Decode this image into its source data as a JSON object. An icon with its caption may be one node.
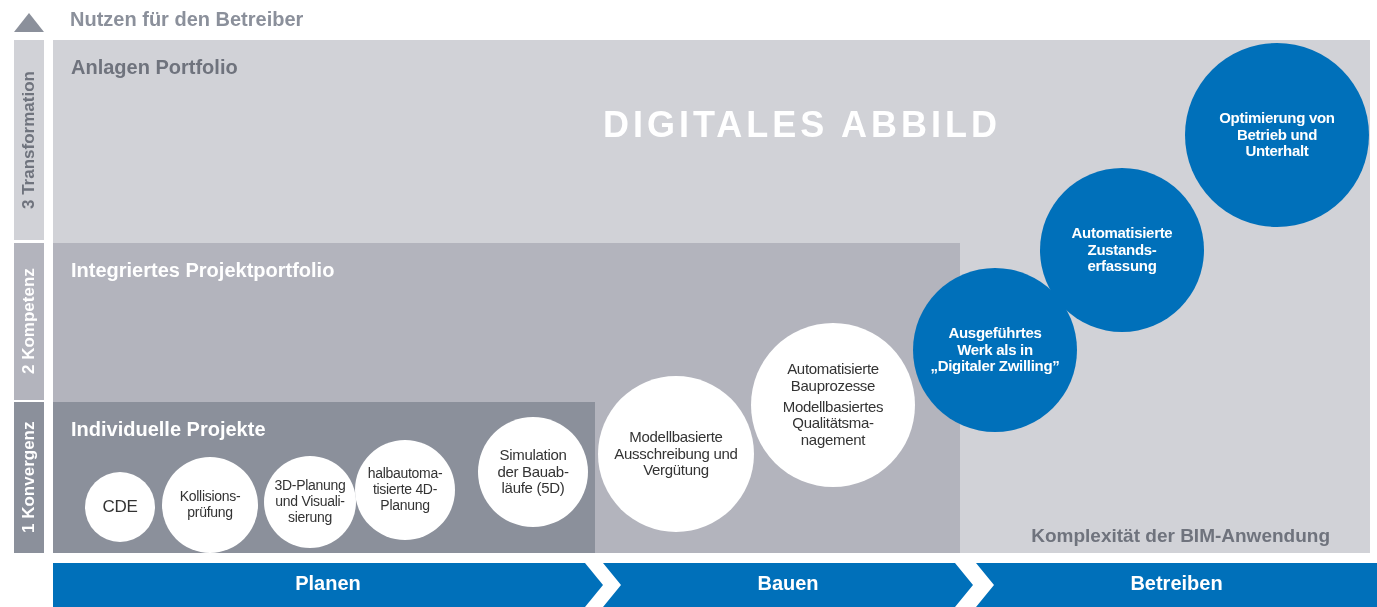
{
  "diagram": {
    "nodes": [
      {
        "text": [
          "Anlagen Portfolio",
          "DIGITALES ABBILD",
          "Komplexität der BIM-Anwendung"
        ]
      },
      {
        "text": [
          "Integriertes Projektportfolio"
        ],
        "in": 0
      },
      {
        "text": [
          "Individuelle Projekte"
        ],
        "in": 1
      },
      {
        "text": [
          "CDE"
        ],
        "in": 2
      },
      {
        "text": [
          "Kollisions- prüfung"
        ],
        "in": 2
      },
      {
        "text": [
          "3D-Planung und Visuali- sierung"
        ],
        "in": 2
      },
      {
        "text": [
          "halbautoma- tisierte 4D- Planung"
        ],
        "in": 2
      },
      {
        "text": [
          "Simulation der Bauab- läufe (5D)"
        ],
        "in": 2
      },
      {
        "text": [
          "Modellbasierte Ausschreibung und Vergütung"
        ],
        "in": 1
      },
      {
        "text": [
          "Automatisierte Bauprozesse",
          "Modellbasiertes Qualitätsma- nagement"
        ],
        "in": 1
      },
      {
        "text": [
          "Ausgeführtes Werk als in „Digitaler Zwilling”"
        ],
        "in": 0
      },
      {
        "text": [
          "Automatisierte Zustands- erfassung"
        ],
        "in": 0
      },
      {
        "text": [
          "Optimierung von Betrieb und Unterhalt"
        ],
        "in": 0
      },
      {
        "text": [
          "Planen"
        ]
      },
      {
        "text": [
          "Bauen"
        ]
      },
      {
        "text": [
          "Betreiben"
        ]
      }
    ],
    "labels": [
      "Nutzen für den Betreiber",
      "3 Transformation",
      "2 Kompetenz",
      "1 Konvergenz"
    ]
  }
}
